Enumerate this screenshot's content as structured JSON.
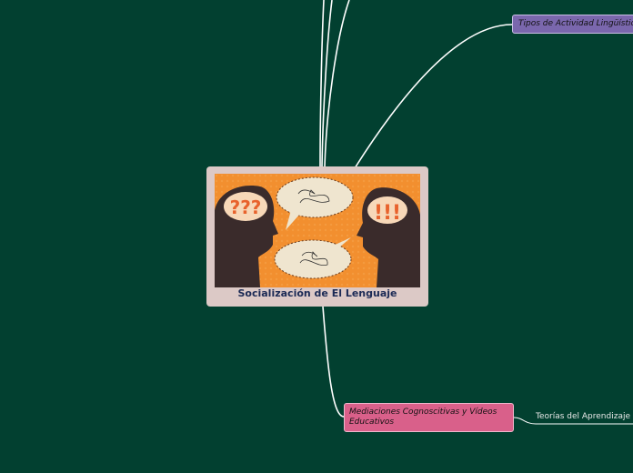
{
  "central": {
    "label": "Socialización de El Lenguaje",
    "image": {
      "description_icon": "conversation-silhouettes-image",
      "left_head_text": "???",
      "right_head_text": "!!!"
    }
  },
  "branches": [
    {
      "label": "Tipos de Actividad Lingüístic",
      "color": "#7a67ad"
    },
    {
      "label": "Mediaciones Cognoscitivas y Vídeos Educativos",
      "color": "#d9608a"
    }
  ],
  "subtopics": [
    {
      "label": "Teorías del Aprendizaje"
    }
  ],
  "colors": {
    "background": "#024030",
    "connector": "#ffffff",
    "central_frame": "#dcc9c6"
  }
}
